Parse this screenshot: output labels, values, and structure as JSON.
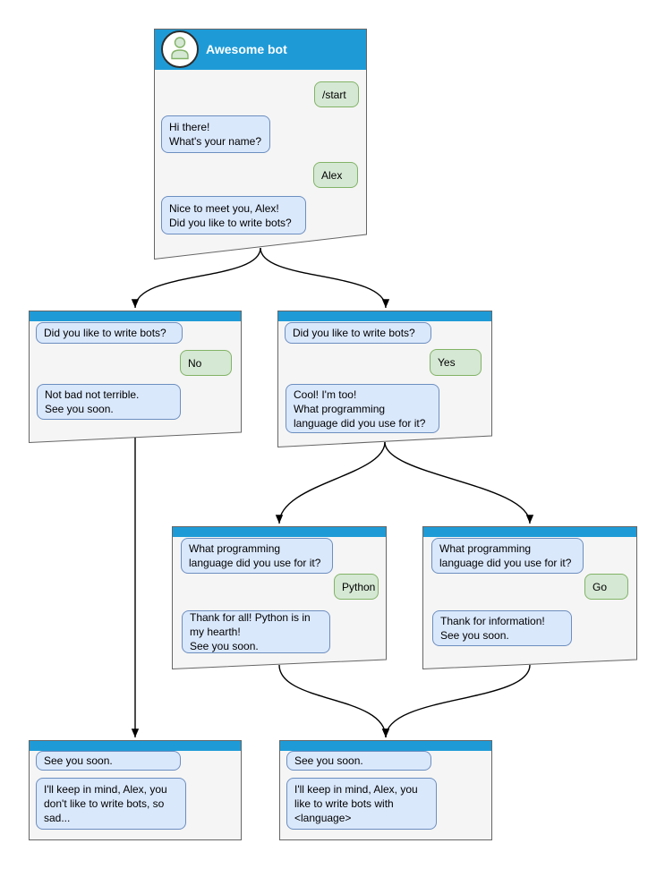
{
  "colors": {
    "header_blue": "#1e9bd7",
    "card_bg": "#f5f5f5",
    "card_border": "#666666",
    "bot_bubble_bg": "#dae8fc",
    "bot_bubble_border": "#6c8ebf",
    "user_bubble_bg": "#d5e8d4",
    "user_bubble_border": "#82b366",
    "arrow": "#000000",
    "title_text": "#ffffff"
  },
  "root": {
    "title": "Awesome bot",
    "avatar": "person-icon",
    "messages": [
      {
        "from": "user",
        "text": "/start"
      },
      {
        "from": "bot",
        "text": "Hi there!\nWhat's your name?"
      },
      {
        "from": "user",
        "text": "Alex"
      },
      {
        "from": "bot",
        "text": "Nice to meet you, Alex!\nDid you like to write bots?"
      }
    ]
  },
  "cards": [
    {
      "id": "no-branch",
      "messages": [
        {
          "from": "bot",
          "text": "Did you like to write bots?"
        },
        {
          "from": "user",
          "text": "No"
        },
        {
          "from": "bot",
          "text": "Not bad not terrible.\nSee you soon."
        }
      ]
    },
    {
      "id": "yes-branch",
      "messages": [
        {
          "from": "bot",
          "text": "Did you like to write bots?"
        },
        {
          "from": "user",
          "text": "Yes"
        },
        {
          "from": "bot",
          "text": "Cool! I'm too!\nWhat programming\nlanguage did you use for it?"
        }
      ]
    },
    {
      "id": "python-branch",
      "messages": [
        {
          "from": "bot",
          "text": "What programming\nlanguage did you use for it?"
        },
        {
          "from": "user",
          "text": "Python"
        },
        {
          "from": "bot",
          "text": "Thank for all! Python is in\nmy hearth!\nSee you soon."
        }
      ]
    },
    {
      "id": "go-branch",
      "messages": [
        {
          "from": "bot",
          "text": "What programming\nlanguage did you use for it?"
        },
        {
          "from": "user",
          "text": "Go"
        },
        {
          "from": "bot",
          "text": "Thank for information!\nSee you soon."
        }
      ]
    },
    {
      "id": "end-no",
      "messages": [
        {
          "from": "bot",
          "text": "See you soon."
        },
        {
          "from": "bot",
          "text": "I'll keep in mind, Alex, you\ndon't like to write bots, so\nsad..."
        }
      ]
    },
    {
      "id": "end-yes",
      "messages": [
        {
          "from": "bot",
          "text": "See you soon."
        },
        {
          "from": "bot",
          "text": "I'll keep in mind, Alex, you\nlike to write bots with\n<language>"
        }
      ]
    }
  ]
}
